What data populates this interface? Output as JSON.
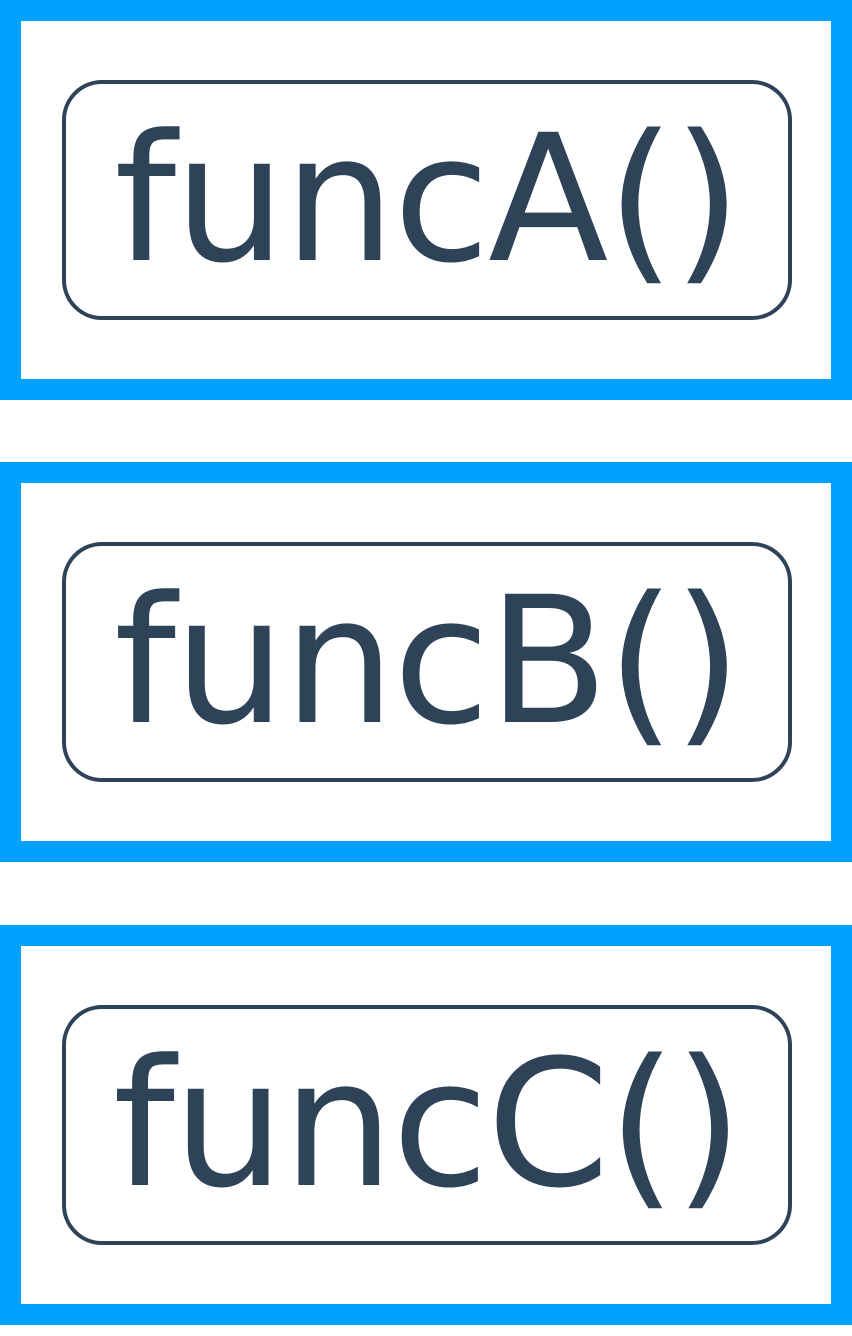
{
  "colors": {
    "frame_border": "#00a0ff",
    "box_border": "#2e4358",
    "text": "#2e4358",
    "background": "#ffffff"
  },
  "functions": [
    {
      "label": "funcA()"
    },
    {
      "label": "funcB()"
    },
    {
      "label": "funcC()"
    }
  ]
}
